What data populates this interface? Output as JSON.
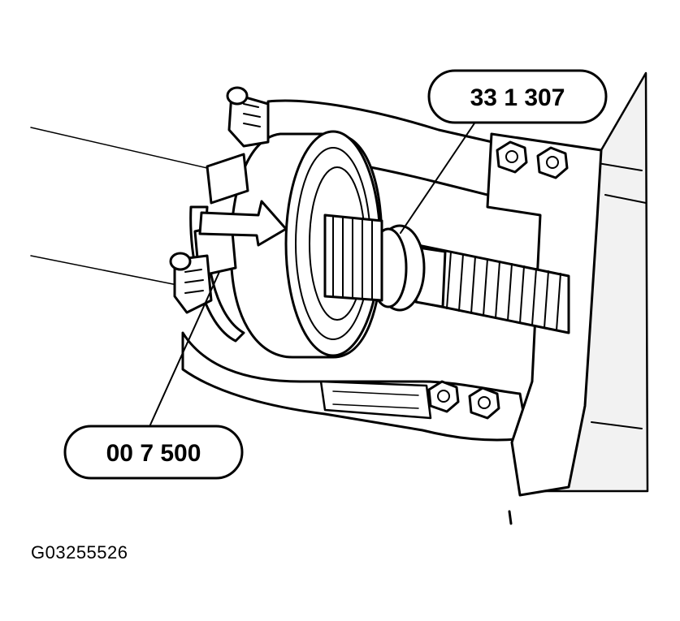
{
  "callouts": {
    "puller": "33 1 307",
    "tool": "00 7 500"
  },
  "figure": {
    "id": "G03255526"
  },
  "colors": {
    "line": "#000000",
    "fill": "#ffffff",
    "shade": "#e8e8e8"
  }
}
